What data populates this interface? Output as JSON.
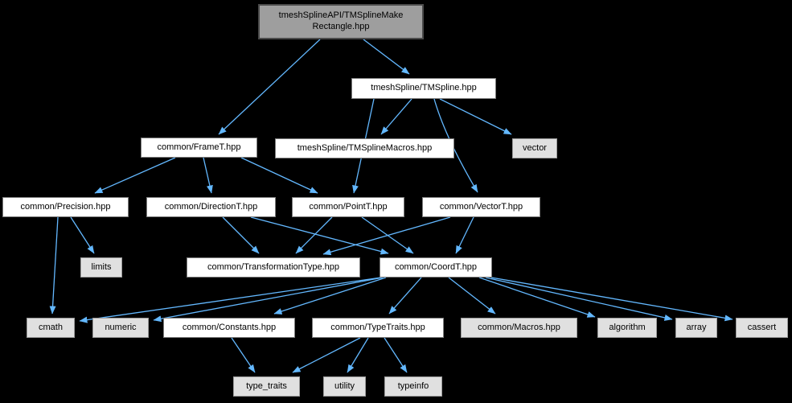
{
  "diagram": {
    "type": "include-dependency-graph",
    "background_color": "#000000",
    "edge_color": "#63b8ff",
    "node_fill_default": "#ffffff",
    "node_fill_root": "#9e9e9e",
    "node_fill_leaf": "#e0e0e0",
    "nodes": [
      {
        "id": "makerectangle",
        "label": "tmeshSplineAPI/TMSplineMake Rectangle.hpp",
        "kind": "root"
      },
      {
        "id": "tmspline",
        "label": "tmeshSpline/TMSpline.hpp",
        "kind": "file"
      },
      {
        "id": "framet",
        "label": "common/FrameT.hpp",
        "kind": "file"
      },
      {
        "id": "tmsplinemacros",
        "label": "tmeshSpline/TMSplineMacros.hpp",
        "kind": "file"
      },
      {
        "id": "vector",
        "label": "vector",
        "kind": "leaf"
      },
      {
        "id": "precision",
        "label": "common/Precision.hpp",
        "kind": "file"
      },
      {
        "id": "directiont",
        "label": "common/DirectionT.hpp",
        "kind": "file"
      },
      {
        "id": "pointt",
        "label": "common/PointT.hpp",
        "kind": "file"
      },
      {
        "id": "vectort",
        "label": "common/VectorT.hpp",
        "kind": "file"
      },
      {
        "id": "limits",
        "label": "limits",
        "kind": "leaf"
      },
      {
        "id": "transformationtype",
        "label": "common/TransformationType.hpp",
        "kind": "file"
      },
      {
        "id": "coordt",
        "label": "common/CoordT.hpp",
        "kind": "file"
      },
      {
        "id": "cmath",
        "label": "cmath",
        "kind": "leaf"
      },
      {
        "id": "numeric",
        "label": "numeric",
        "kind": "leaf"
      },
      {
        "id": "constants",
        "label": "common/Constants.hpp",
        "kind": "file"
      },
      {
        "id": "typetraits_hpp",
        "label": "common/TypeTraits.hpp",
        "kind": "file"
      },
      {
        "id": "macros_hpp",
        "label": "common/Macros.hpp",
        "kind": "leaf"
      },
      {
        "id": "algorithm",
        "label": "algorithm",
        "kind": "leaf"
      },
      {
        "id": "array",
        "label": "array",
        "kind": "leaf"
      },
      {
        "id": "cassert",
        "label": "cassert",
        "kind": "leaf"
      },
      {
        "id": "type_traits",
        "label": "type_traits",
        "kind": "leaf"
      },
      {
        "id": "utility",
        "label": "utility",
        "kind": "leaf"
      },
      {
        "id": "typeinfo",
        "label": "typeinfo",
        "kind": "leaf"
      }
    ],
    "edges": [
      {
        "from": "makerectangle",
        "to": "framet"
      },
      {
        "from": "makerectangle",
        "to": "tmspline"
      },
      {
        "from": "tmspline",
        "to": "tmsplinemacros"
      },
      {
        "from": "tmspline",
        "to": "pointt"
      },
      {
        "from": "tmspline",
        "to": "vectort"
      },
      {
        "from": "tmspline",
        "to": "vector"
      },
      {
        "from": "framet",
        "to": "precision"
      },
      {
        "from": "framet",
        "to": "directiont"
      },
      {
        "from": "framet",
        "to": "pointt"
      },
      {
        "from": "precision",
        "to": "limits"
      },
      {
        "from": "precision",
        "to": "cmath"
      },
      {
        "from": "directiont",
        "to": "transformationtype"
      },
      {
        "from": "directiont",
        "to": "coordt"
      },
      {
        "from": "pointt",
        "to": "transformationtype"
      },
      {
        "from": "pointt",
        "to": "coordt"
      },
      {
        "from": "vectort",
        "to": "transformationtype"
      },
      {
        "from": "vectort",
        "to": "coordt"
      },
      {
        "from": "coordt",
        "to": "cmath"
      },
      {
        "from": "coordt",
        "to": "numeric"
      },
      {
        "from": "coordt",
        "to": "constants"
      },
      {
        "from": "coordt",
        "to": "typetraits_hpp"
      },
      {
        "from": "coordt",
        "to": "macros_hpp"
      },
      {
        "from": "coordt",
        "to": "algorithm"
      },
      {
        "from": "coordt",
        "to": "array"
      },
      {
        "from": "coordt",
        "to": "cassert"
      },
      {
        "from": "constants",
        "to": "type_traits"
      },
      {
        "from": "typetraits_hpp",
        "to": "type_traits"
      },
      {
        "from": "typetraits_hpp",
        "to": "utility"
      },
      {
        "from": "typetraits_hpp",
        "to": "typeinfo"
      }
    ]
  }
}
